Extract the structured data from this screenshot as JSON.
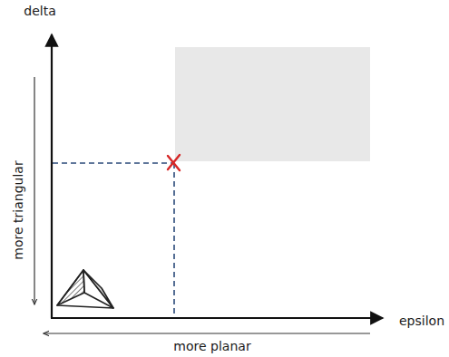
{
  "diagram": {
    "labels": [
      "delta",
      "epsilon",
      "more triangular",
      "more planar"
    ]
  }
}
